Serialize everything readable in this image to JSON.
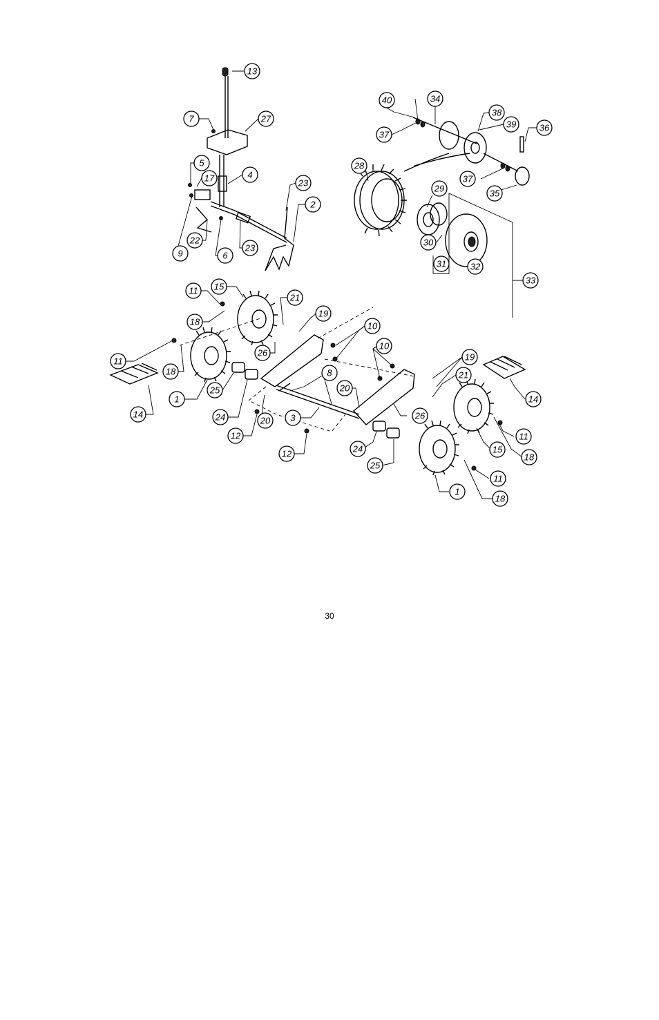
{
  "page_number": "30",
  "callouts": [
    "1",
    "2",
    "3",
    "4",
    "5",
    "6",
    "7",
    "8",
    "9",
    "10",
    "11",
    "12",
    "13",
    "14",
    "15",
    "17",
    "18",
    "19",
    "20",
    "21",
    "22",
    "23",
    "24",
    "25",
    "26",
    "27",
    "28",
    "29",
    "30",
    "31",
    "32",
    "33",
    "34",
    "35",
    "36",
    "37",
    "38",
    "39",
    "40"
  ]
}
